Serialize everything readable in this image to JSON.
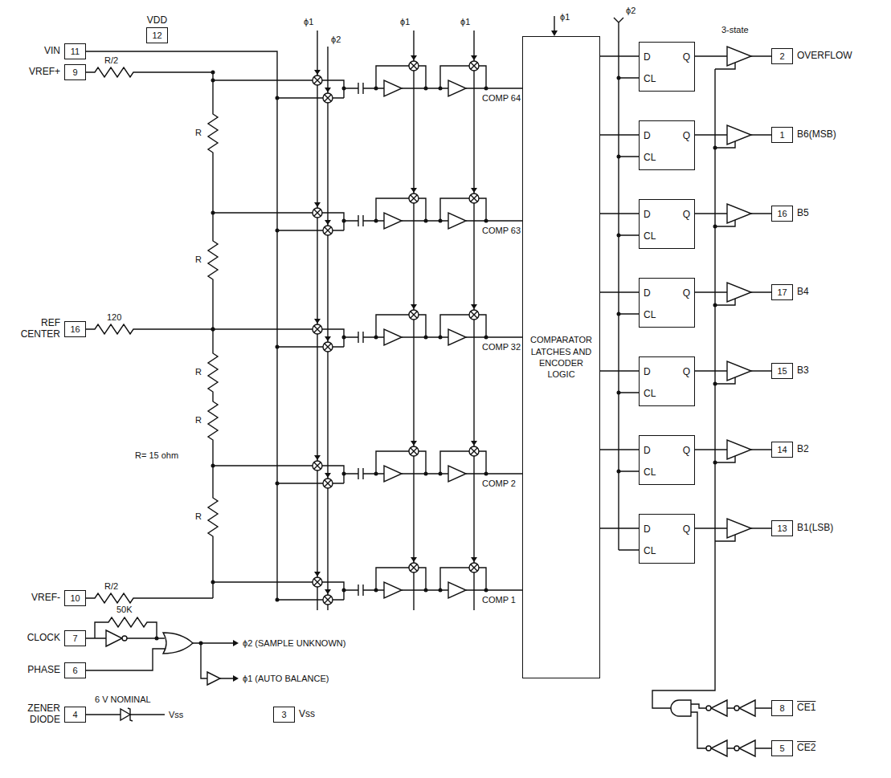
{
  "diagram": {
    "nodes": [
      {
        "text": [
          "VIN",
          "11"
        ]
      },
      {
        "text": [
          "VDD",
          "12"
        ]
      },
      {
        "text": [
          "VREF+",
          "9"
        ]
      },
      {
        "text": [
          "REF CENTER",
          "16"
        ]
      },
      {
        "text": [
          "VREF-",
          "10"
        ]
      },
      {
        "text": [
          "COMPARATOR LATCHES AND ENCODER LOGIC"
        ]
      },
      {
        "text": [
          "D",
          "Q",
          "CL"
        ]
      },
      {
        "text": [
          "D",
          "Q",
          "CL"
        ]
      },
      {
        "text": [
          "D",
          "Q",
          "CL"
        ]
      },
      {
        "text": [
          "D",
          "Q",
          "CL"
        ]
      },
      {
        "text": [
          "D",
          "Q",
          "CL"
        ]
      },
      {
        "text": [
          "D",
          "Q",
          "CL"
        ]
      },
      {
        "text": [
          "D",
          "Q",
          "CL"
        ]
      },
      {
        "text": [
          "2",
          "OVERFLOW"
        ]
      },
      {
        "text": [
          "1",
          "B6(MSB)"
        ]
      },
      {
        "text": [
          "16",
          "B5"
        ]
      },
      {
        "text": [
          "17",
          "B4"
        ]
      },
      {
        "text": [
          "15",
          "B3"
        ]
      },
      {
        "text": [
          "14",
          "B2"
        ]
      },
      {
        "text": [
          "13",
          "B1(LSB)"
        ]
      },
      {
        "text": [
          "CLOCK",
          "7"
        ]
      },
      {
        "text": [
          "PHASE",
          "6"
        ]
      },
      {
        "text": [
          "ZENER DIODE",
          "4"
        ]
      },
      {
        "text": [
          "3",
          "Vss"
        ]
      },
      {
        "text": [
          "8",
          "CE1"
        ]
      },
      {
        "text": [
          "5",
          "CE2"
        ]
      }
    ],
    "edges": [
      {
        "from": 5,
        "to": 6,
        "arrow": "none"
      },
      {
        "from": 5,
        "to": 7,
        "arrow": "none"
      },
      {
        "from": 5,
        "to": 8,
        "arrow": "none"
      },
      {
        "from": 5,
        "to": 9,
        "arrow": "none"
      },
      {
        "from": 5,
        "to": 10,
        "arrow": "none"
      },
      {
        "from": 5,
        "to": 11,
        "arrow": "none"
      },
      {
        "from": 5,
        "to": 12,
        "arrow": "none"
      },
      {
        "from": 6,
        "to": 13,
        "arrow": "none"
      },
      {
        "from": 7,
        "to": 14,
        "arrow": "none"
      },
      {
        "from": 8,
        "to": 15,
        "arrow": "none"
      },
      {
        "from": 9,
        "to": 16,
        "arrow": "none"
      },
      {
        "from": 10,
        "to": 17,
        "arrow": "none"
      },
      {
        "from": 11,
        "to": 18,
        "arrow": "none"
      },
      {
        "from": 12,
        "to": 19,
        "arrow": "none"
      }
    ],
    "labels": [
      "R/2",
      "R",
      "R",
      "120",
      "R",
      "R",
      "R= 15 ohm",
      "R",
      "R/2",
      "ϕ1",
      "ϕ2",
      "ϕ1",
      "ϕ1",
      "ϕ1",
      "ϕ2",
      "COMP 64",
      "COMP 63",
      "COMP 32",
      "COMP 2",
      "COMP 1",
      "3-state",
      "50K",
      "ϕ2 (SAMPLE UNKNOWN)",
      "ϕ1 (AUTO BALANCE)",
      "6 V NOMINAL",
      "Vss"
    ]
  }
}
